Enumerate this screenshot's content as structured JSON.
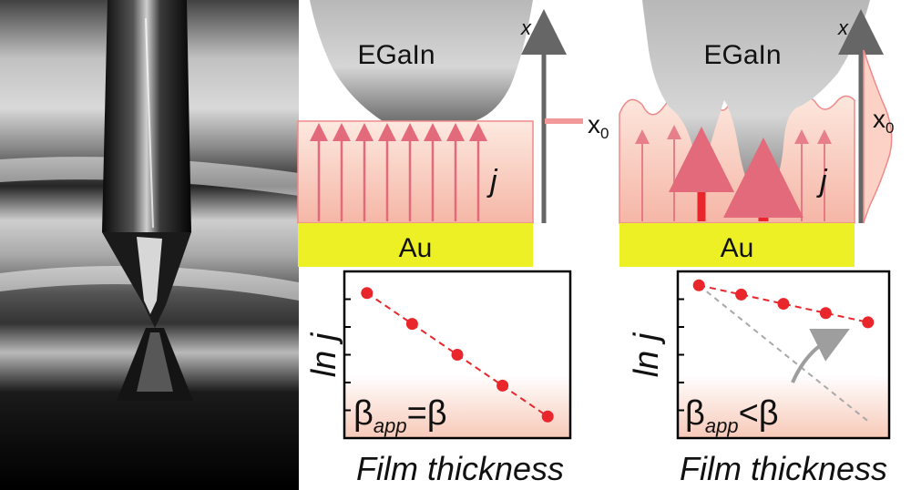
{
  "left_diagram": {
    "electrode_label": "EGaIn",
    "substrate_label": "Au",
    "axis_label": "x",
    "level_label": "x",
    "level_subscript": "0",
    "current_label": "j"
  },
  "right_diagram": {
    "electrode_label": "EGaIn",
    "substrate_label": "Au",
    "axis_label": "x",
    "level_label": "x",
    "level_subscript": "0",
    "current_label": "j"
  },
  "colors": {
    "data_red": "#e8262b",
    "arrow_pink": "#e26a7a",
    "substrate_yellow": "#eef026",
    "film_edge": "#f08a8a",
    "reference_gray": "#a8a8a8"
  },
  "chart_data": [
    {
      "type": "scatter",
      "xlabel": "Film thickness",
      "ylabel": "ln j",
      "x": [
        1,
        2,
        3,
        4,
        5
      ],
      "values": [
        5.3,
        4.3,
        3.3,
        2.3,
        1.3
      ],
      "xlim": [
        0.5,
        5.5
      ],
      "ylim": [
        0.6,
        6.0
      ],
      "annotation_symbol": "β",
      "annotation_subscript": "app",
      "annotation_relation": "=",
      "annotation_rhs": "β",
      "fit_line": "dashed red"
    },
    {
      "type": "scatter",
      "xlabel": "Film thickness",
      "ylabel": "ln j",
      "x": [
        1,
        2,
        3,
        4,
        5
      ],
      "values": [
        5.55,
        5.25,
        4.95,
        4.65,
        4.35
      ],
      "reference_values": [
        5.55,
        1.15
      ],
      "xlim": [
        0.5,
        5.5
      ],
      "ylim": [
        0.6,
        6.0
      ],
      "annotation_symbol": "β",
      "annotation_subscript": "app",
      "annotation_relation": "<",
      "annotation_rhs": "β",
      "fit_line": "dashed red",
      "reference_line": "dashed gray"
    }
  ]
}
